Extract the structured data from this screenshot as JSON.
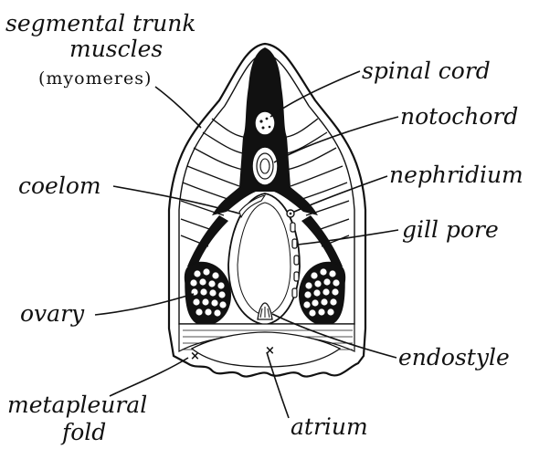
{
  "labels": {
    "muscles_line1": "segmental trunk",
    "muscles_line2": "muscles",
    "muscles_line3": "(myomeres)",
    "spinal_cord": "spinal cord",
    "notochord": "notochord",
    "coelom": "coelom",
    "nephridium": "nephridium",
    "gill_pore": "gill pore",
    "ovary": "ovary",
    "endostyle": "endostyle",
    "metapleural_line1": "metapleural",
    "metapleural_line2": "fold",
    "atrium": "atrium"
  },
  "colors": {
    "ink": "#111111",
    "paper": "#ffffff"
  }
}
